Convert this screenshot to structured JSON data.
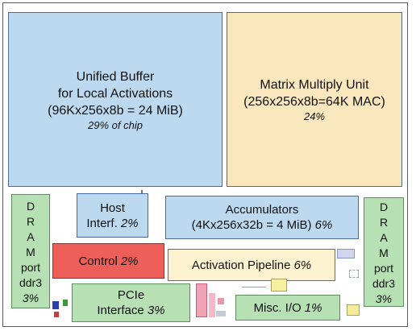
{
  "blocks": {
    "unified_buffer": {
      "line1": "Unified Buffer",
      "line2": "for Local Activations",
      "line3": "(96Kx256x8b = 24 MiB)",
      "pct": "29% of chip"
    },
    "matrix_unit": {
      "line1": "Matrix Multiply Unit",
      "line2": "(256x256x8b=64K MAC)",
      "pct": "24%"
    },
    "host_interface": {
      "line1": "Host",
      "line2": "Interf.",
      "pct": "2%"
    },
    "accumulators": {
      "line1": "Accumulators",
      "line2": "(4Kx256x32b = 4 MiB)",
      "pct": "6%"
    },
    "control": {
      "label": "Control",
      "pct": "2%"
    },
    "activation_pipeline": {
      "label": "Activation Pipeline",
      "pct": "6%"
    },
    "pcie_interface": {
      "line1": "PCIe",
      "line2": "Interface",
      "pct": "3%"
    },
    "misc_io": {
      "label": "Misc. I/O",
      "pct": "1%"
    },
    "dram_left": {
      "letters": [
        "D",
        "R",
        "A",
        "M"
      ],
      "port": "port",
      "type": "ddr3",
      "pct": "3%"
    },
    "dram_right": {
      "letters": [
        "D",
        "R",
        "A",
        "M"
      ],
      "port": "port",
      "type": "ddr3",
      "pct": "3%"
    }
  },
  "colors": {
    "memory_blue": "#bdd9f0",
    "compute_tan": "#fbe7bd",
    "io_green": "#b7e0b5",
    "control_red": "#ef5f5a",
    "pipeline_cream": "#fdf2cf",
    "outline": "#3f5f8f"
  }
}
